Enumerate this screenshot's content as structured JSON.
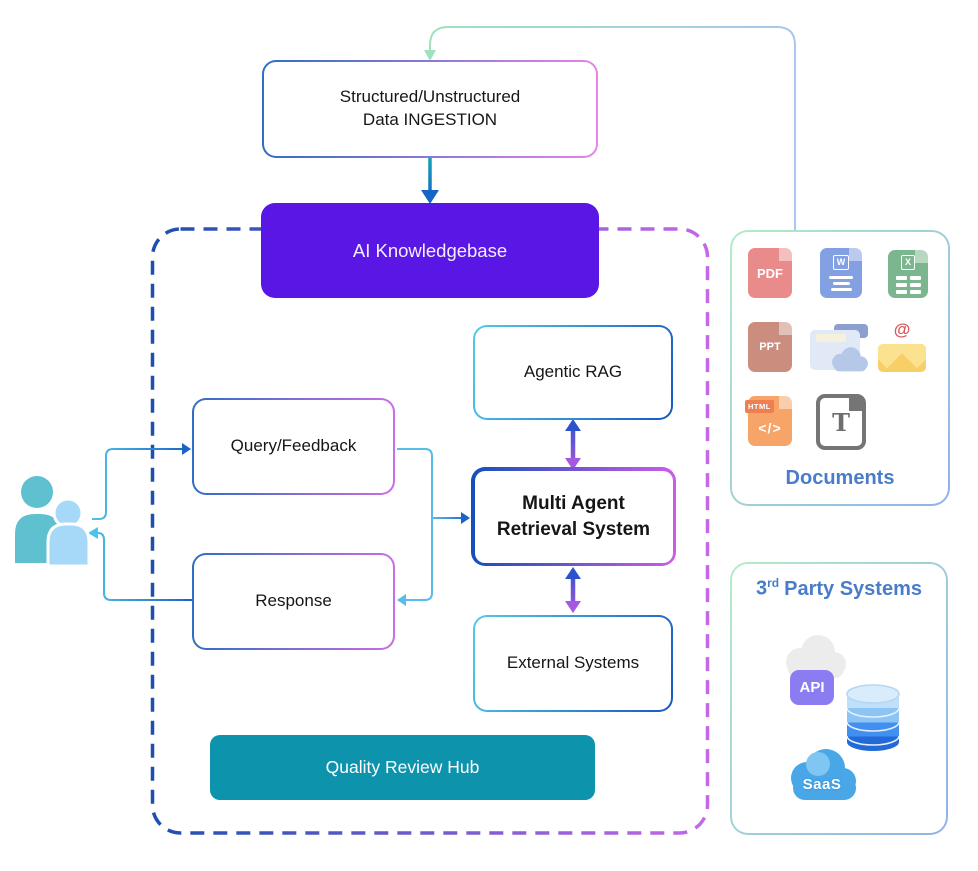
{
  "colors": {
    "ai_knowledgebase_bg": "#5a16e5",
    "quality_hub_bg": "#0d93ac",
    "dashed_border_left": "#1d4fb0",
    "dashed_border_right": "#c468e8",
    "panel_title_text": "#4a7dc9",
    "connector_cyan": "#4cc3e8",
    "connector_blue": "#1a63c8",
    "double_arrow_top": "#2b52cc",
    "double_arrow_bottom": "#a858e0",
    "people_back": "#5fc0cf",
    "people_front": "#a6d9f8"
  },
  "ingestion": {
    "line1": "Structured/Unstructured",
    "line2": "Data INGESTION"
  },
  "ai_knowledgebase": {
    "label": "AI Knowledgebase"
  },
  "pipeline": {
    "agentic_rag": "Agentic RAG",
    "multi_agent_line1": "Multi Agent",
    "multi_agent_line2": "Retrieval System",
    "external_systems": "External Systems",
    "query_feedback": "Query/Feedback",
    "response": "Response",
    "quality_review_hub": "Quality Review Hub"
  },
  "documents_panel": {
    "title": "Documents",
    "icons": {
      "pdf": "PDF",
      "word_badge": "W",
      "excel_badge": "X",
      "ppt": "PPT",
      "email_at": "@",
      "html_badge": "HTML",
      "html_code": "</>",
      "text_glyph": "T"
    }
  },
  "third_party_panel": {
    "title_prefix": "3",
    "title_sup": "rd",
    "title_rest": "Party Systems",
    "api_label": "API",
    "saas_label": "SaaS"
  }
}
